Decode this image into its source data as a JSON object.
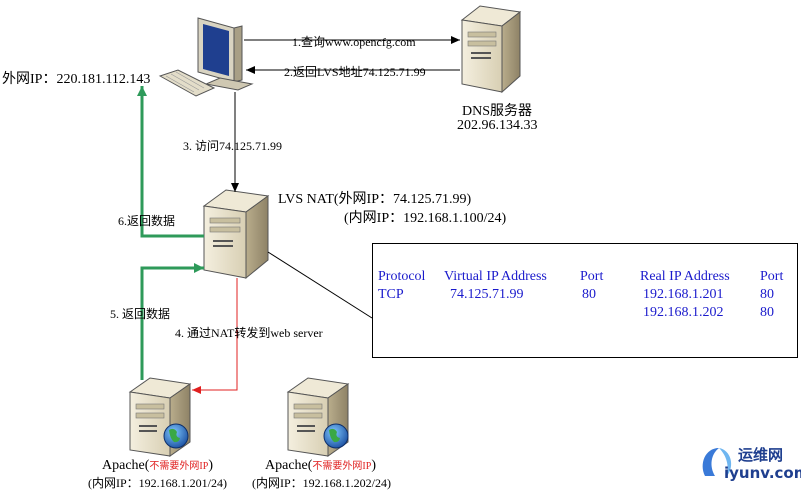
{
  "external_ip_label": "外网IP：220.181.112.143",
  "dns_server": {
    "name": "DNS服务器",
    "ip": "202.96.134.33"
  },
  "steps": {
    "step1": "1.查询www.opencfg.com",
    "step2": "2.返回LVS地址74.125.71.99",
    "step3": "3. 访问74.125.71.99",
    "step4": "4. 通过NAT转发到web server",
    "step5": "5. 返回数据",
    "step6": "6.返回数据"
  },
  "lvs": {
    "line1": "LVS   NAT(外网IP：74.125.71.99)",
    "line2": "(内网IP：192.168.1.100/24)"
  },
  "lvs_table": {
    "headers": [
      "Protocol",
      "Virtual IP Address",
      "Port",
      "Real IP Address",
      "Port"
    ],
    "row1": [
      "TCP",
      "74.125.71.99",
      "80",
      "192.168.1.201",
      "80"
    ],
    "row2": [
      "192.168.1.202",
      "80"
    ]
  },
  "apache1": {
    "name": "Apache(",
    "note": "不需要外网IP",
    "close": ")",
    "ip": "(内网IP：192.168.1.201/24)"
  },
  "apache2": {
    "name": "Apache(",
    "note": "不需要外网IP",
    "close": ")",
    "ip": "(内网IP：192.168.1.202/24)"
  },
  "watermark": {
    "cn": "运维网",
    "en": "iyunv.com"
  },
  "colors": {
    "green_arrow": "#2e9a5a",
    "red_arrow": "#e02020",
    "table_text": "#1a1acc"
  }
}
